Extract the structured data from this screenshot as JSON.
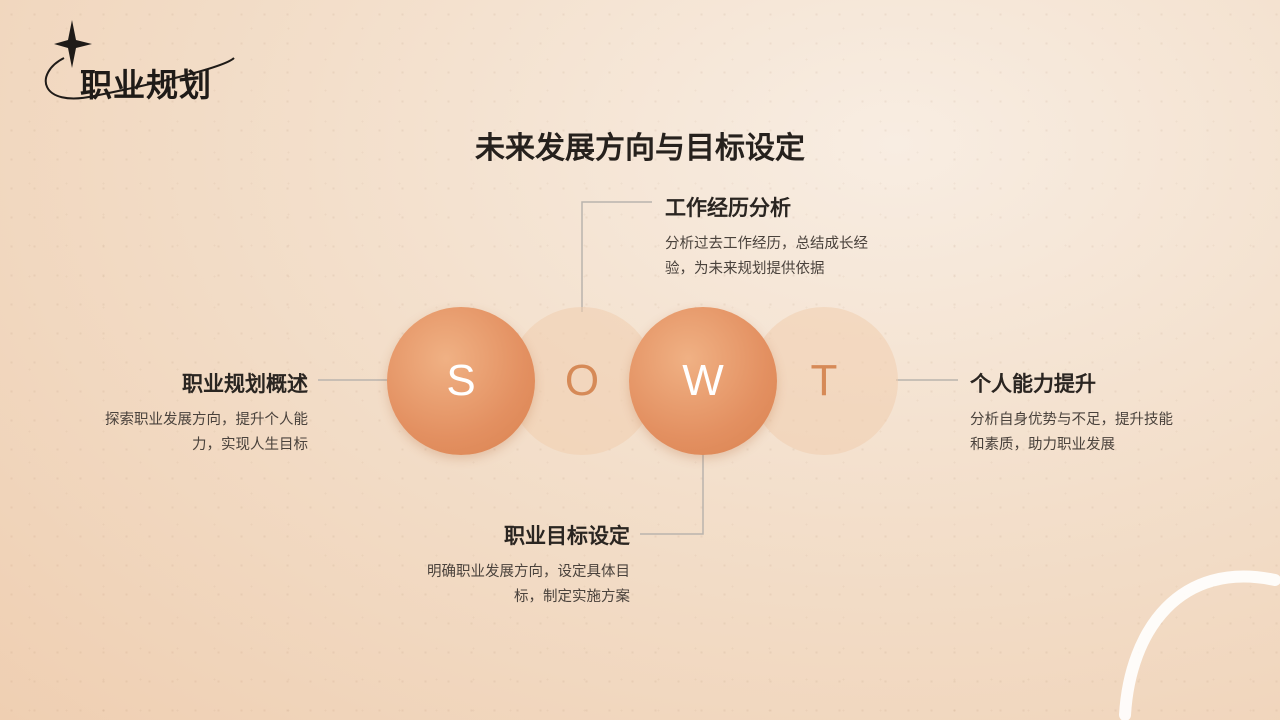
{
  "header": {
    "title": "职业规划"
  },
  "main": {
    "title": "未来发展方向与目标设定"
  },
  "swot": [
    {
      "letter": "S"
    },
    {
      "letter": "O"
    },
    {
      "letter": "W"
    },
    {
      "letter": "T"
    }
  ],
  "sections": {
    "top": {
      "title": "工作经历分析",
      "desc_line1": "分析过去工作经历，总结成长经",
      "desc_line2": "验，为未来规划提供依据"
    },
    "left": {
      "title": "职业规划概述",
      "desc_line1": "探索职业发展方向，提升个人能",
      "desc_line2": "力，实现人生目标"
    },
    "right": {
      "title": "个人能力提升",
      "desc_line1": "分析自身优势与不足，提升技能",
      "desc_line2": "和素质，助力职业发展"
    },
    "bottom": {
      "title": "职业目标设定",
      "desc_line1": "明确职业发展方向，设定具体目",
      "desc_line2": "标，制定实施方案"
    }
  },
  "colors": {
    "accent_dark": "#e39061",
    "accent_light": "#f0cdaf",
    "text": "#2a2521",
    "line": "#b9b3ad"
  }
}
